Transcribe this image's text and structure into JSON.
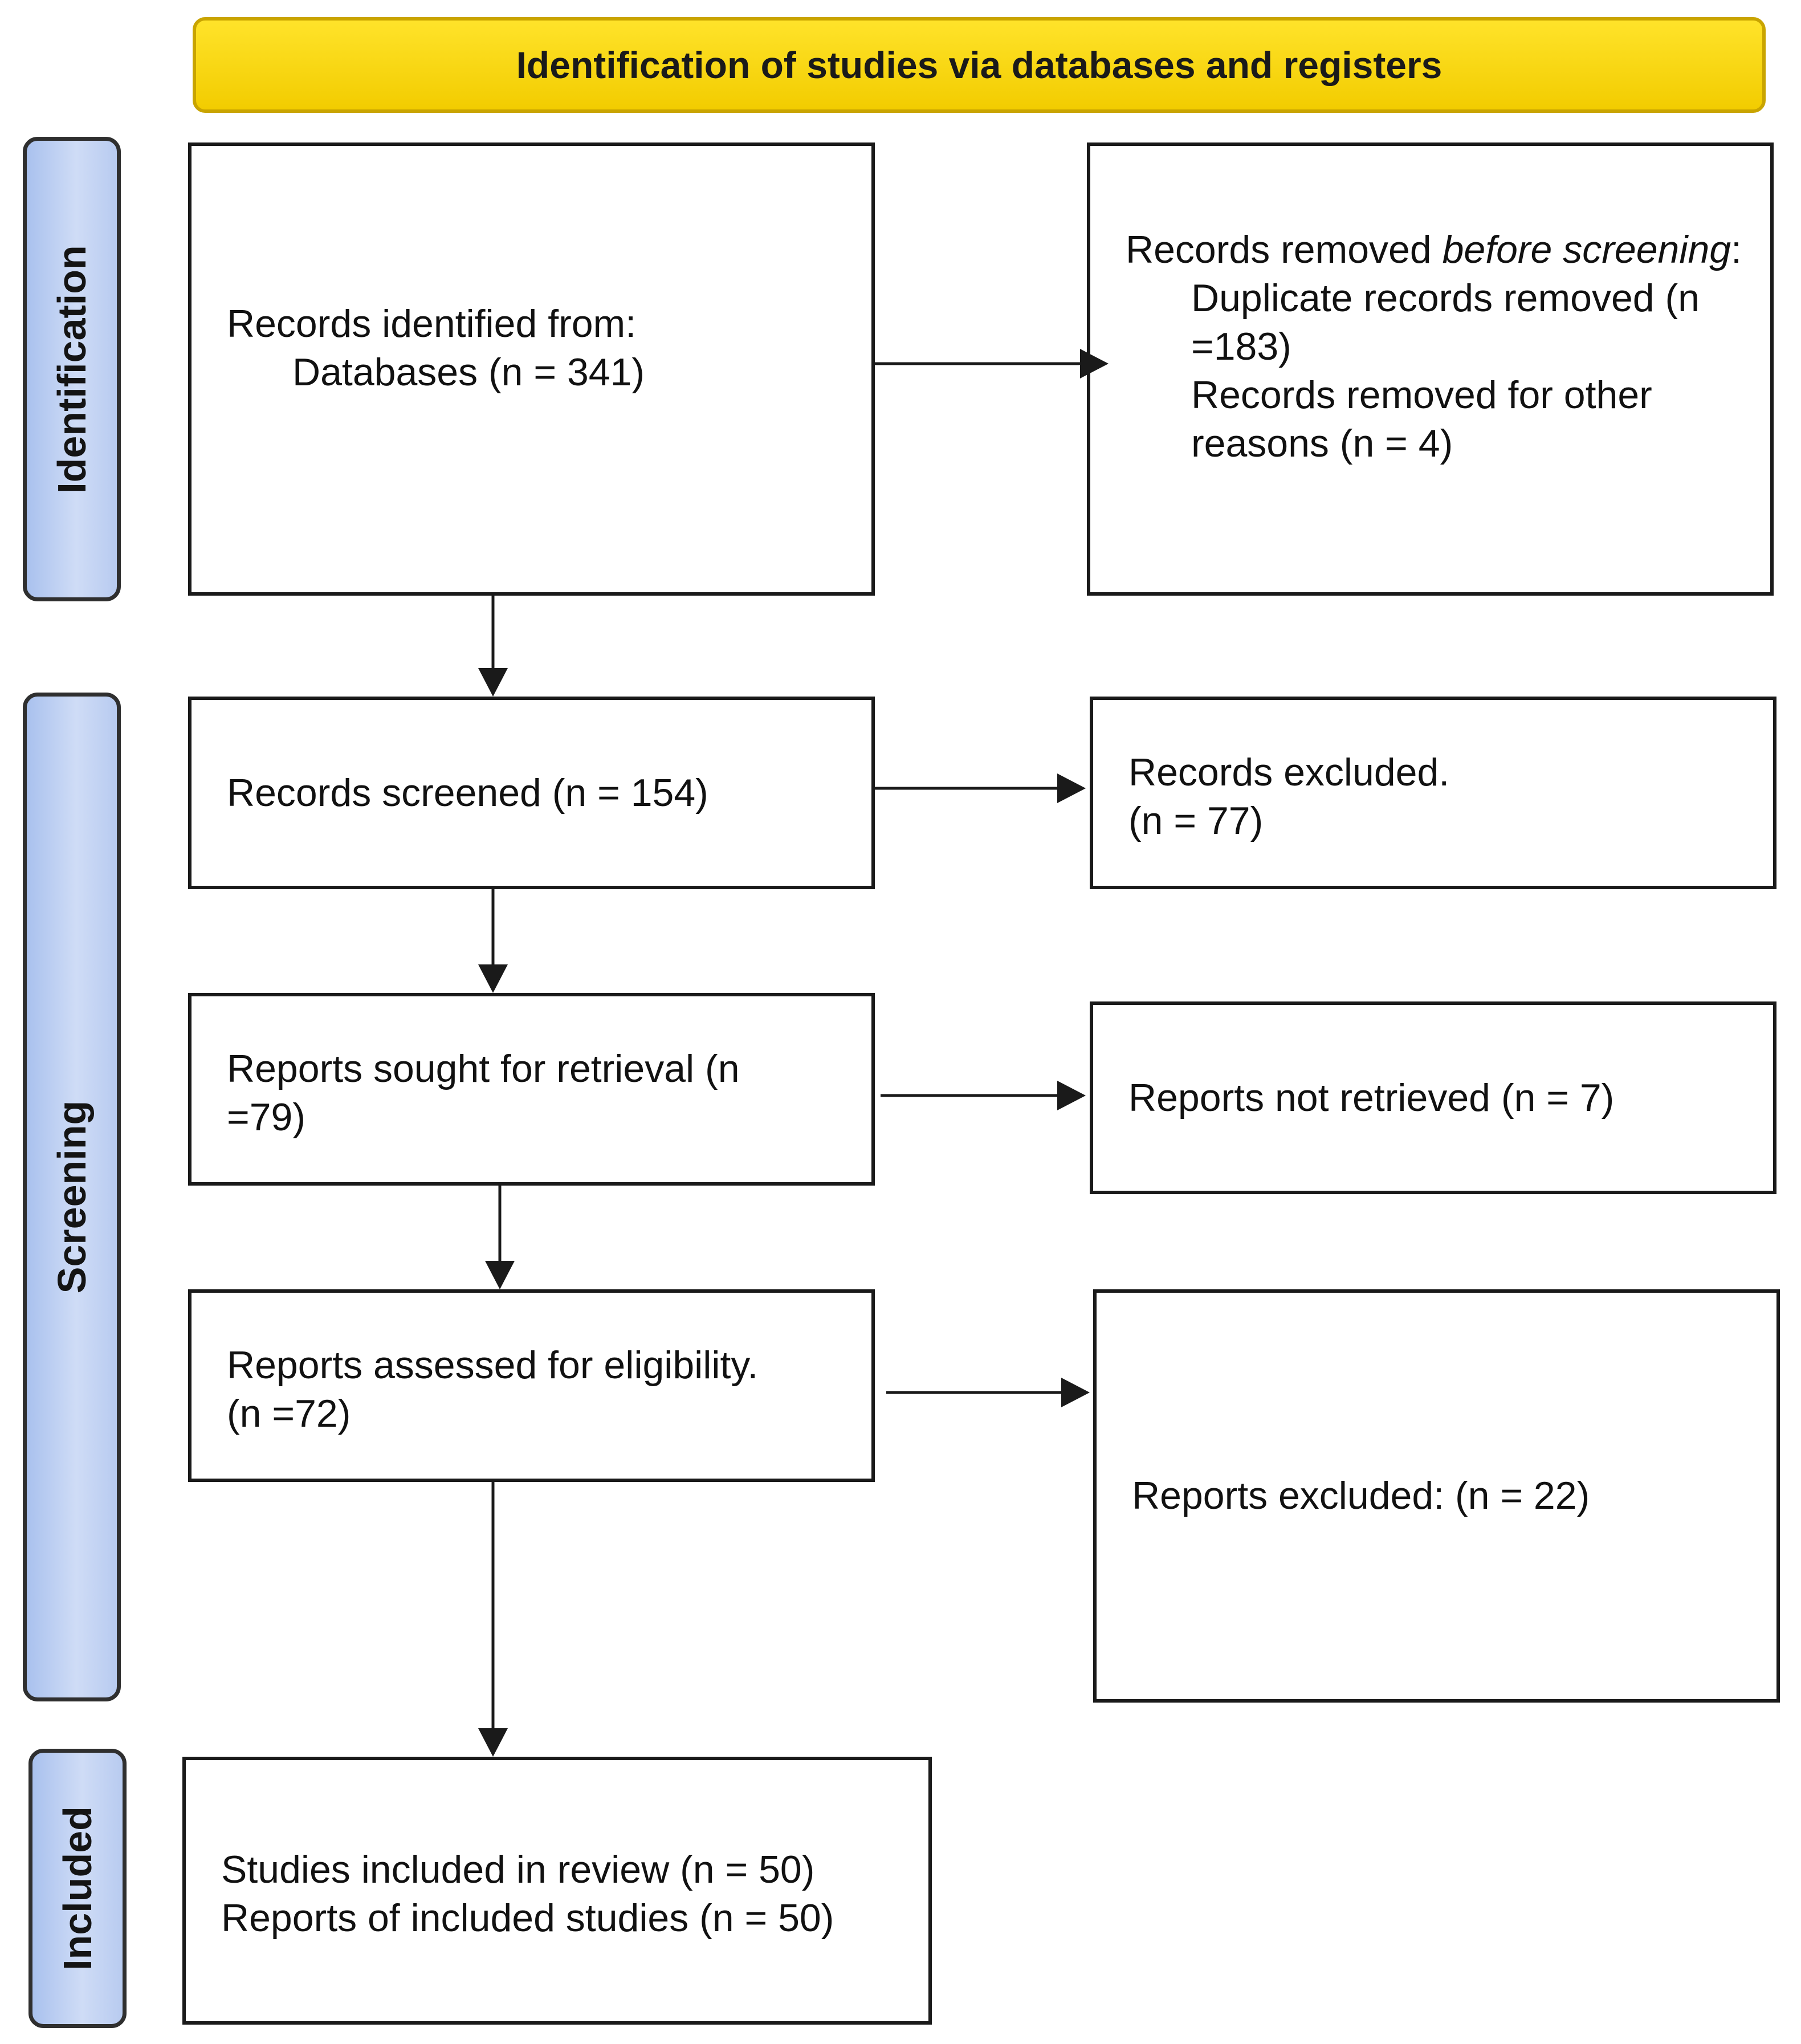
{
  "header": {
    "title": "Identification of studies via databases and registers"
  },
  "phases": {
    "identification": "Identification",
    "screening": "Screening",
    "included": "Included"
  },
  "boxes": {
    "identified": {
      "line1": "Records identified from:",
      "line2": "Databases (n = 341)"
    },
    "removed": {
      "intro_a": "Records removed ",
      "intro_b": "before screening",
      "intro_c": ":",
      "dup_line1": "Duplicate records removed (n",
      "dup_line2": "=183)",
      "other_line1": "Records removed for other",
      "other_line2": "reasons (n = 4)"
    },
    "screened": {
      "text": "Records screened (n = 154)"
    },
    "excluded": {
      "line1": "Records excluded.",
      "line2": "(n = 77)"
    },
    "sought": {
      "line1": "Reports sought for retrieval (n",
      "line2": "=79)"
    },
    "not_retrieved": {
      "text": "Reports not retrieved (n = 7)"
    },
    "assessed": {
      "line1": "Reports assessed for eligibility.",
      "line2": "(n =72)"
    },
    "reports_excluded": {
      "text": "Reports excluded: (n = 22)"
    },
    "included": {
      "line1": "Studies included in review (n = 50)",
      "line2": "Reports of included studies (n = 50)"
    }
  },
  "colors": {
    "header_fill": "#f7d400",
    "phase_fill": "#c2d3f3",
    "line": "#1a1a1a"
  }
}
